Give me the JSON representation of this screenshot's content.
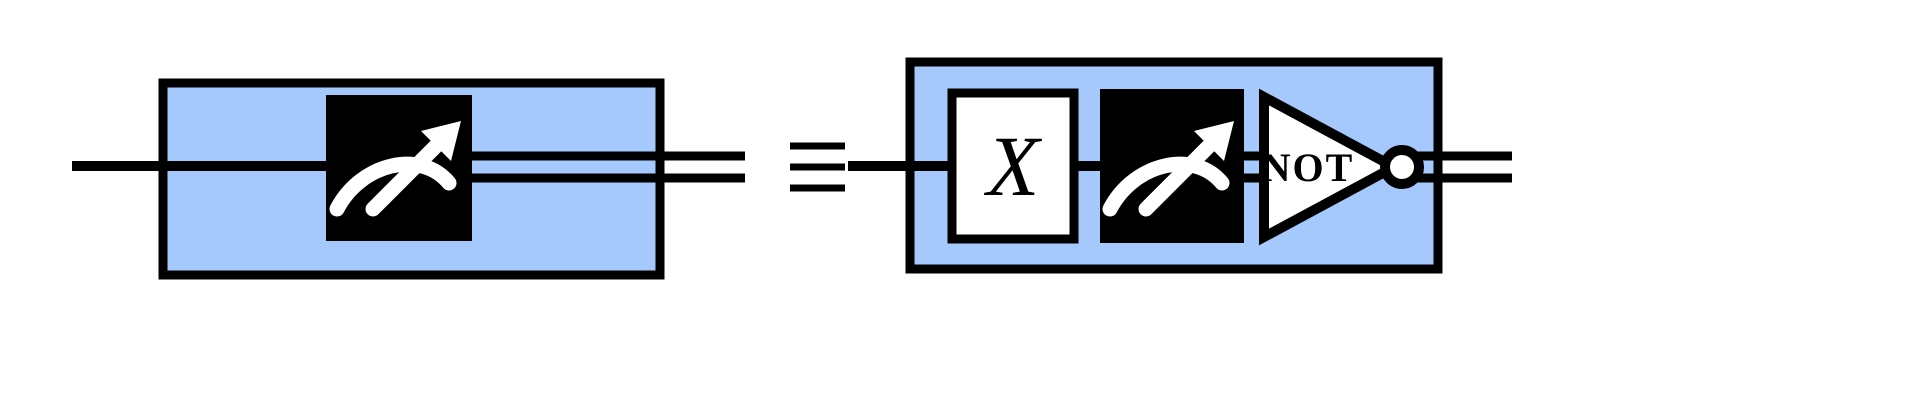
{
  "figure": {
    "kind": "quantum-circuit-identity",
    "caption_text": "",
    "background_color": "#ffffff",
    "ink_color": "#000000",
    "register_fill_color": "#a5c8fd",
    "gate_dark_fill": "#000000",
    "gate_light_fill": "#ffffff"
  },
  "relation": {
    "symbol": "≡",
    "name": "identical-to",
    "bar_count": 3
  },
  "left_circuit": {
    "name": "measurement-only",
    "register_label": "",
    "gates": [
      {
        "id": "measure",
        "type": "measurement",
        "label": "",
        "icon": "meter-arc-arrow-icon",
        "fill": "#000000",
        "stroke": "#000000",
        "glyph_color": "#ffffff"
      }
    ],
    "wire_in": {
      "type": "quantum",
      "lines": 1
    },
    "wire_out": {
      "type": "classical",
      "lines": 2
    }
  },
  "right_circuit": {
    "name": "x-then-measure-then-not",
    "register_label": "",
    "gates": [
      {
        "id": "x",
        "type": "unitary",
        "label": "X",
        "icon": "pauli-x-gate-icon",
        "fill": "#ffffff",
        "stroke": "#000000",
        "glyph_color": "#000000"
      },
      {
        "id": "measure",
        "type": "measurement",
        "label": "",
        "icon": "meter-arc-arrow-icon",
        "fill": "#000000",
        "stroke": "#000000",
        "glyph_color": "#ffffff"
      },
      {
        "id": "not",
        "type": "classical-logic",
        "label": "NOT",
        "icon": "not-triangle-icon",
        "fill": "#ffffff",
        "stroke": "#000000",
        "glyph_color": "#000000",
        "has_inversion_bubble": true
      }
    ],
    "wire_in": {
      "type": "quantum",
      "lines": 1
    },
    "wire_mid": {
      "type": "classical",
      "lines": 2
    },
    "wire_out": {
      "type": "classical",
      "lines": 2
    }
  }
}
